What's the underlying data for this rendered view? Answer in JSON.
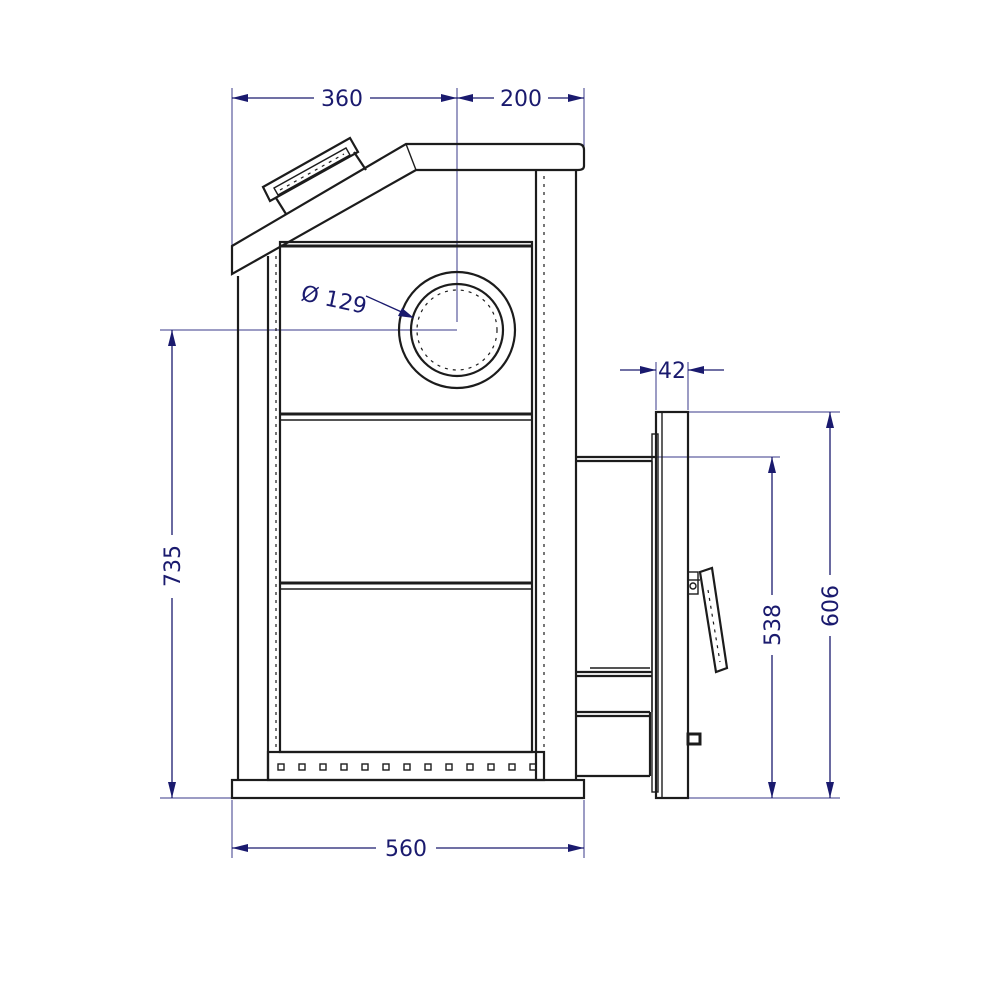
{
  "dimensions": {
    "top_left": "360",
    "top_right": "200",
    "flue_diameter": "Ø 129",
    "height_total": "735",
    "width_bottom": "560",
    "door_offset": "42",
    "door_inner_height": "538",
    "door_outer_height": "606"
  },
  "colors": {
    "dimension": "#1a1a6e",
    "outline": "#1c1c1c"
  }
}
